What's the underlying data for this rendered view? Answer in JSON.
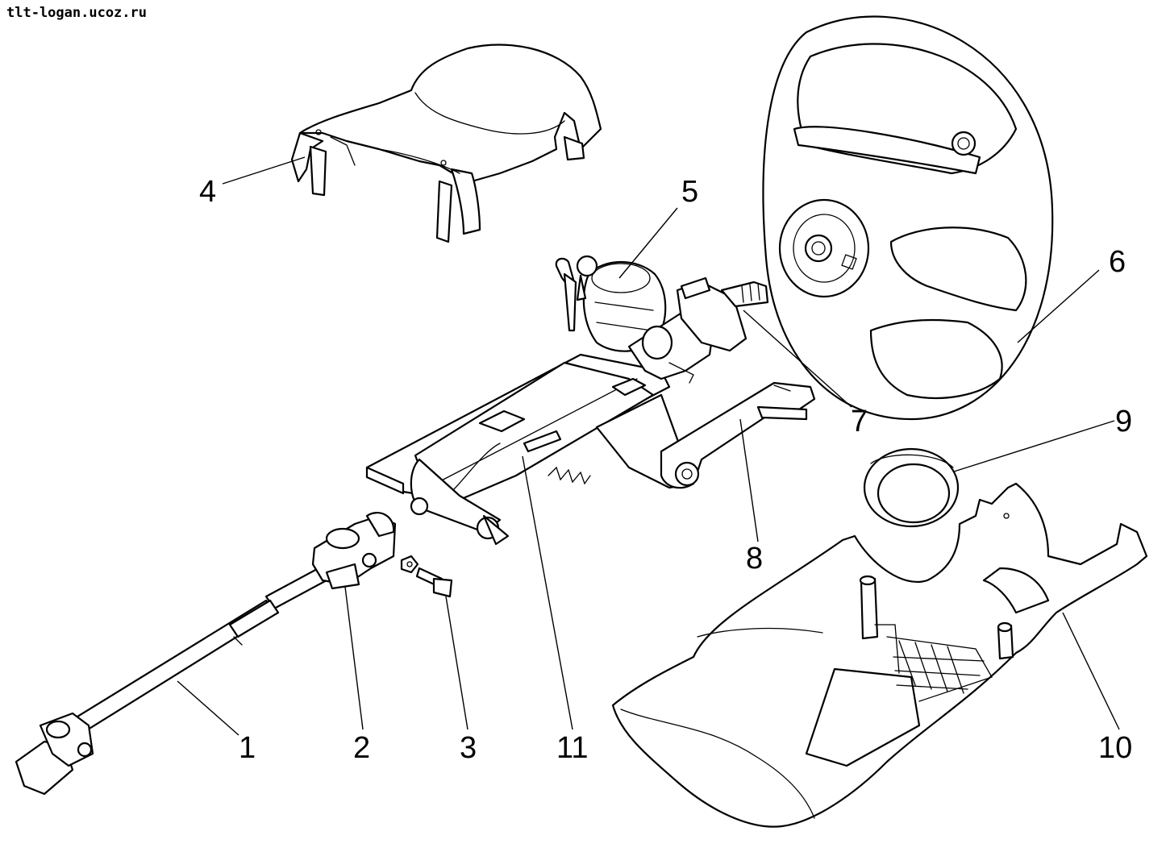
{
  "watermark": "tlt-logan.ucoz.ru",
  "callouts": [
    {
      "id": "1",
      "label": "1"
    },
    {
      "id": "2",
      "label": "2"
    },
    {
      "id": "3",
      "label": "3"
    },
    {
      "id": "4",
      "label": "4"
    },
    {
      "id": "5",
      "label": "5"
    },
    {
      "id": "6",
      "label": "6"
    },
    {
      "id": "7",
      "label": "7"
    },
    {
      "id": "8",
      "label": "8"
    },
    {
      "id": "9",
      "label": "9"
    },
    {
      "id": "10",
      "label": "10"
    },
    {
      "id": "11",
      "label": "11"
    }
  ]
}
